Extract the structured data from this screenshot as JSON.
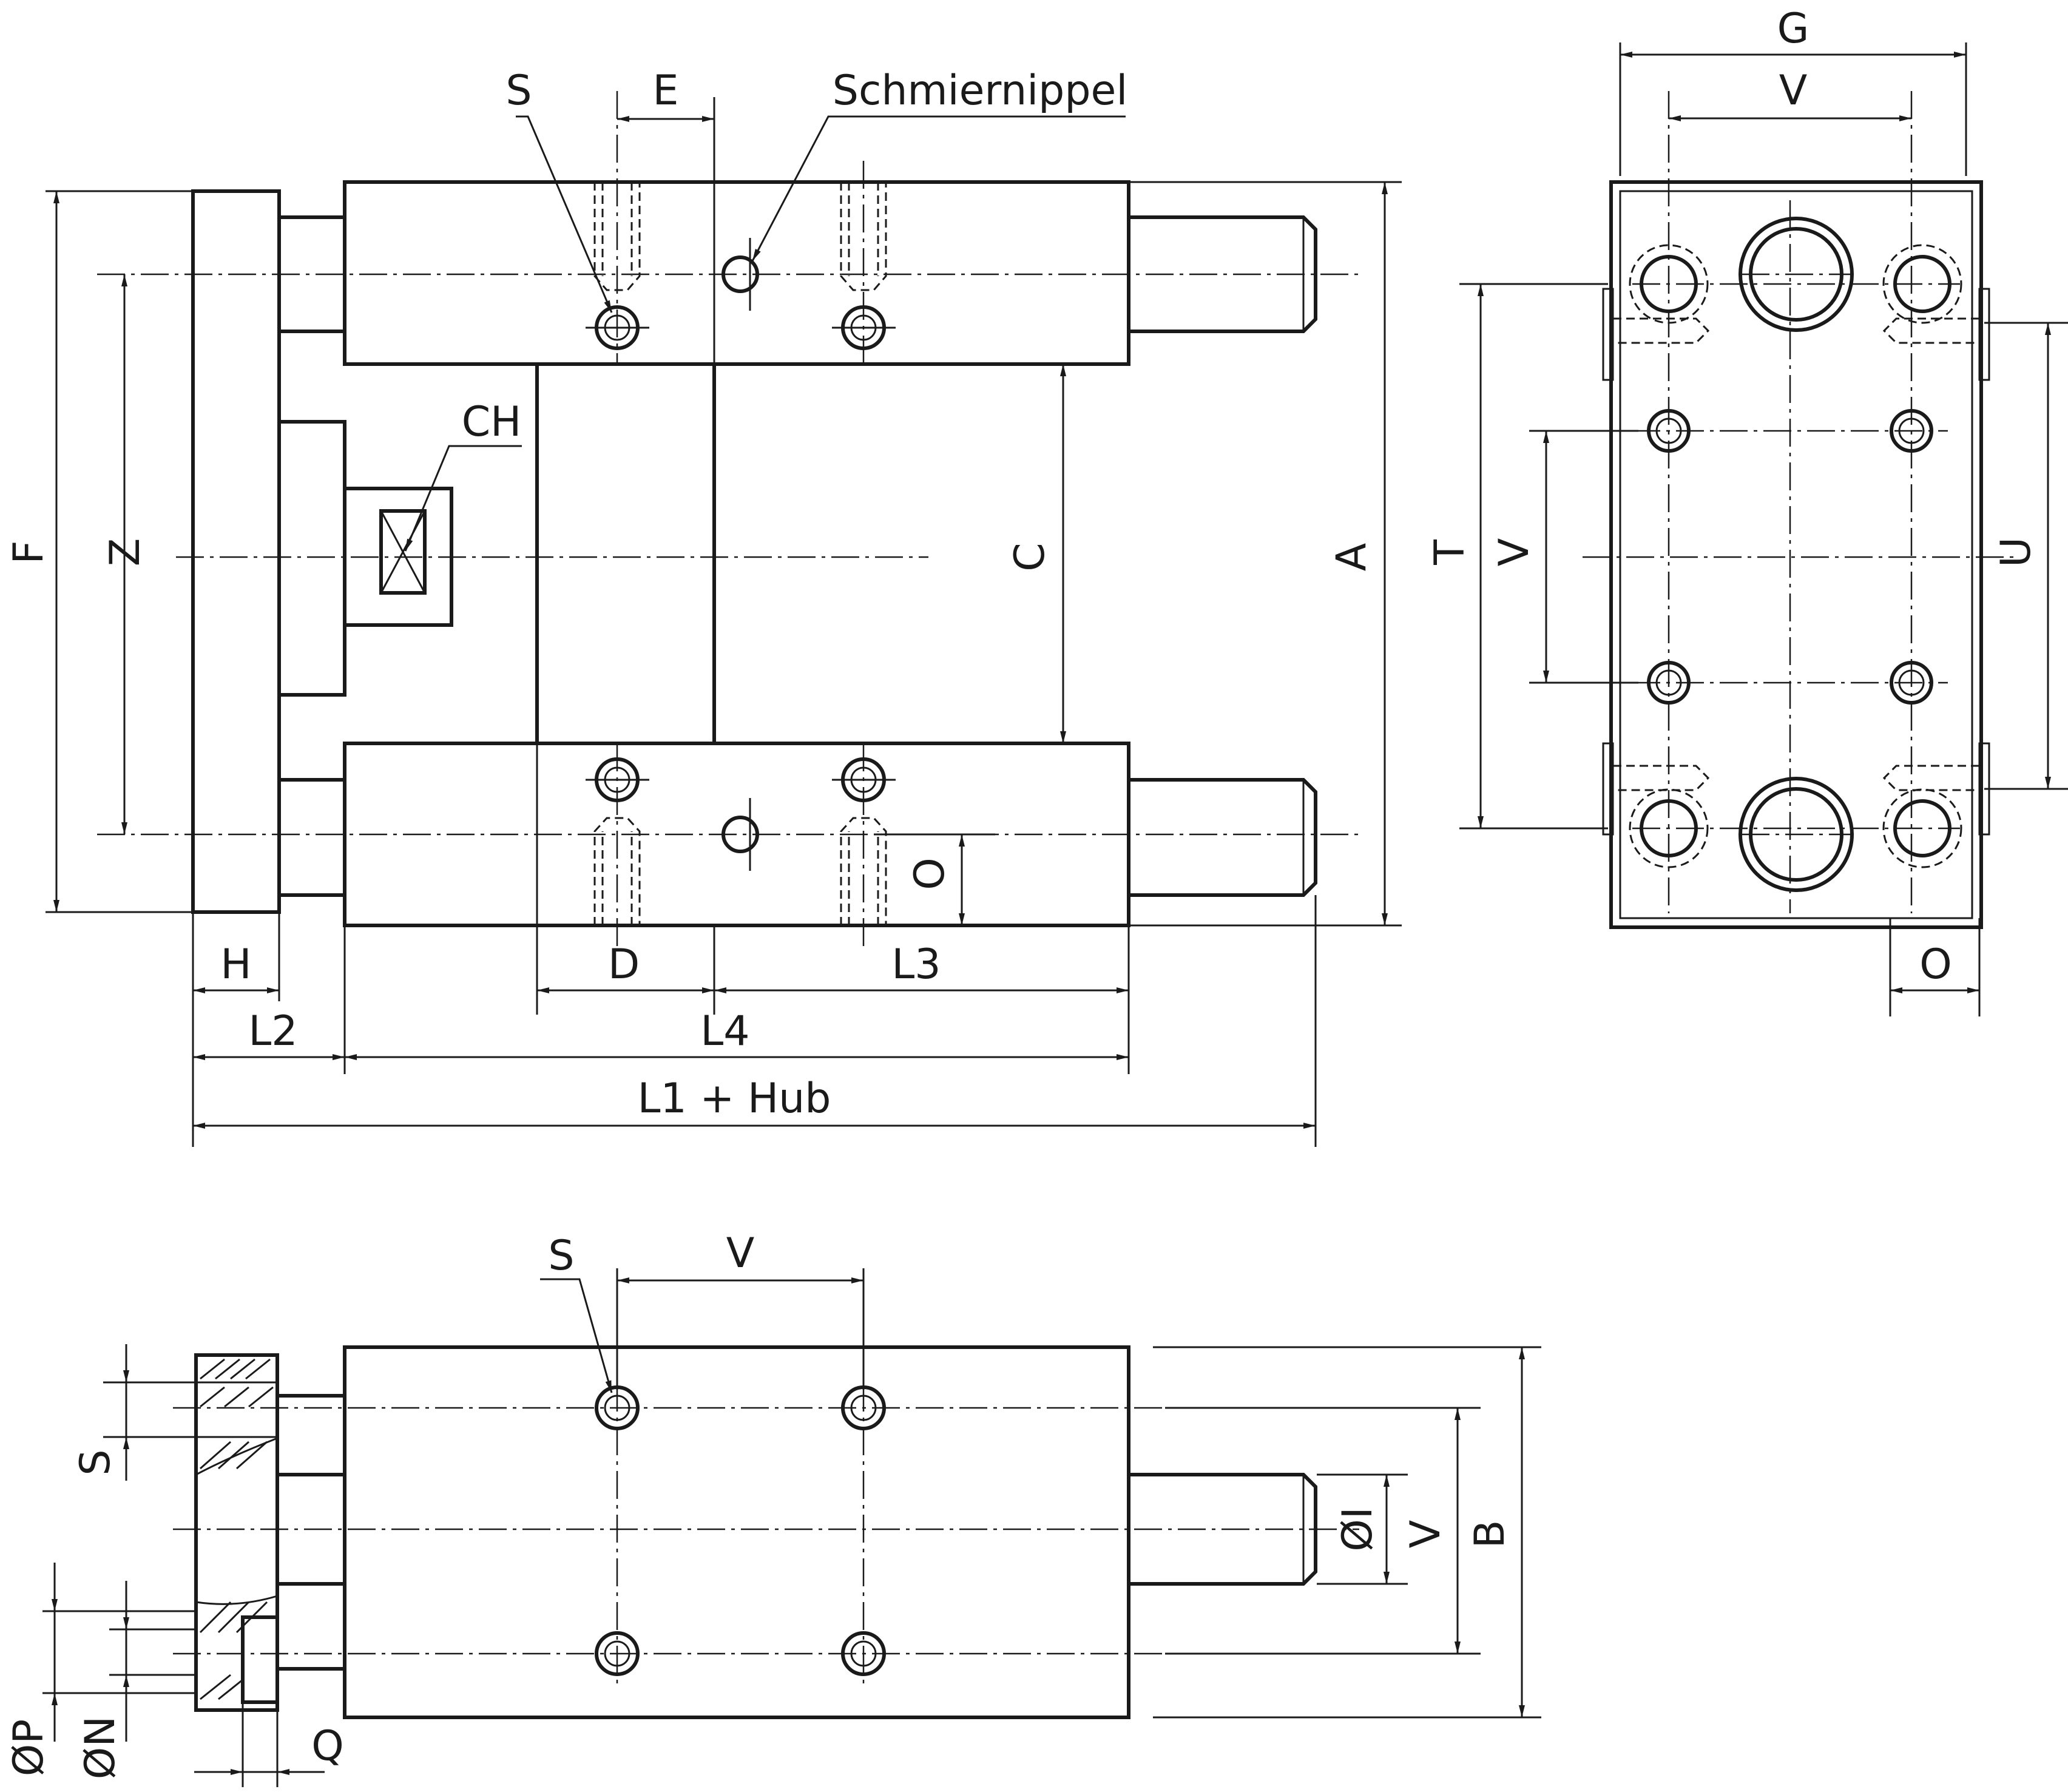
{
  "labels": {
    "S": "S",
    "E": "E",
    "schmiernippel": "Schmiernippel",
    "CH": "CH",
    "F": "F",
    "Z": "Z",
    "C": "C",
    "A": "A",
    "O": "O",
    "D": "D",
    "L3": "L3",
    "H": "H",
    "L2": "L2",
    "L4": "L4",
    "L1_hub": "L1 + Hub",
    "G": "G",
    "V": "V",
    "T": "T",
    "U": "U",
    "I": "ØI",
    "B": "B",
    "P": "ØP",
    "N": "ØN",
    "Q": "Q"
  },
  "colors": {
    "line": "#1a1a1a",
    "background": "#ffffff"
  }
}
